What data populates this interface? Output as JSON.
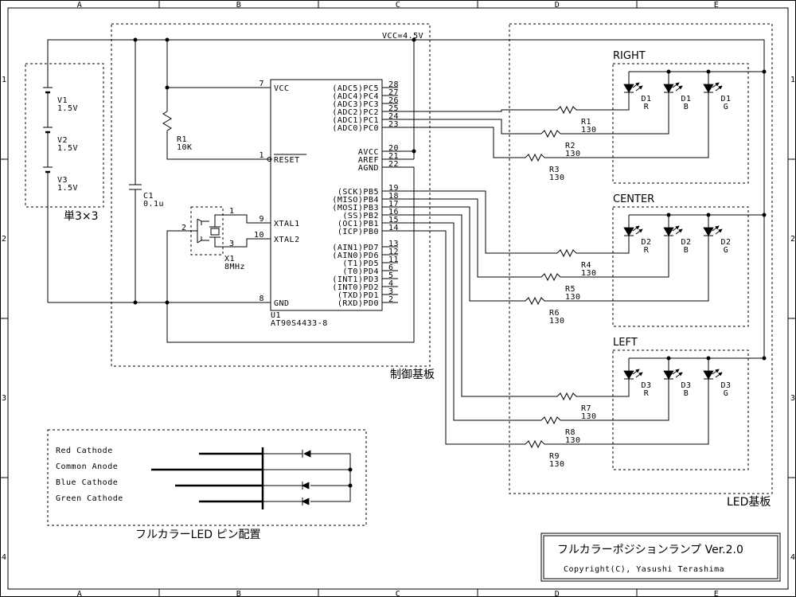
{
  "border": {
    "columns": [
      "A",
      "B",
      "C",
      "D",
      "E"
    ],
    "rows": [
      "1",
      "2",
      "3",
      "4"
    ]
  },
  "power": {
    "vcc_label": "VCC=4.5V",
    "batteries": [
      {
        "name": "V1",
        "value": "1.5V"
      },
      {
        "name": "V2",
        "value": "1.5V"
      },
      {
        "name": "V3",
        "value": "1.5V"
      }
    ],
    "battery_note": "単3×3"
  },
  "components": {
    "c1": {
      "name": "C1",
      "value": "0.1u"
    },
    "r_reset": {
      "name": "R1",
      "value": "10K"
    },
    "crystal": {
      "name": "X1",
      "value": "8MHz",
      "pin1": "1",
      "pin2": "2",
      "pin3": "3"
    }
  },
  "mcu": {
    "ref": "U1",
    "part": "AT90S4433-8",
    "left_pins": [
      {
        "num": "7",
        "name": "VCC"
      },
      {
        "num": "1",
        "name": "RESET"
      },
      {
        "num": "9",
        "name": "XTAL1"
      },
      {
        "num": "10",
        "name": "XTAL2"
      },
      {
        "num": "8",
        "name": "GND"
      }
    ],
    "right_pins": [
      {
        "num": "28",
        "name": "(ADC5)PC5"
      },
      {
        "num": "27",
        "name": "(ADC4)PC4"
      },
      {
        "num": "26",
        "name": "(ADC3)PC3"
      },
      {
        "num": "25",
        "name": "(ADC2)PC2"
      },
      {
        "num": "24",
        "name": "(ADC1)PC1"
      },
      {
        "num": "23",
        "name": "(ADC0)PC0"
      },
      {
        "num": "20",
        "name": "AVCC"
      },
      {
        "num": "21",
        "name": "AREF"
      },
      {
        "num": "22",
        "name": "AGND"
      },
      {
        "num": "19",
        "name": "(SCK)PB5"
      },
      {
        "num": "18",
        "name": "(MISO)PB4"
      },
      {
        "num": "17",
        "name": "(MOSI)PB3"
      },
      {
        "num": "16",
        "name": "(SS)PB2"
      },
      {
        "num": "15",
        "name": "(OC1)PB1"
      },
      {
        "num": "14",
        "name": "(ICP)PB0"
      },
      {
        "num": "13",
        "name": "(AIN1)PD7"
      },
      {
        "num": "12",
        "name": "(AIN0)PD6"
      },
      {
        "num": "11",
        "name": "(T1)PD5"
      },
      {
        "num": "6",
        "name": "(T0)PD4"
      },
      {
        "num": "5",
        "name": "(INT1)PD3"
      },
      {
        "num": "4",
        "name": "(INT0)PD2"
      },
      {
        "num": "3",
        "name": "(TXD)PD1"
      },
      {
        "num": "2",
        "name": "(RXD)PD0"
      }
    ]
  },
  "boards": {
    "control": "制御基板",
    "led": "LED基板"
  },
  "led_groups": [
    {
      "title": "RIGHT",
      "leds": [
        {
          "name": "D1",
          "color": "R"
        },
        {
          "name": "D1",
          "color": "B"
        },
        {
          "name": "D1",
          "color": "G"
        }
      ],
      "resistors": [
        {
          "name": "R1",
          "value": "130"
        },
        {
          "name": "R2",
          "value": "130"
        },
        {
          "name": "R3",
          "value": "130"
        }
      ]
    },
    {
      "title": "CENTER",
      "leds": [
        {
          "name": "D2",
          "color": "R"
        },
        {
          "name": "D2",
          "color": "B"
        },
        {
          "name": "D2",
          "color": "G"
        }
      ],
      "resistors": [
        {
          "name": "R4",
          "value": "130"
        },
        {
          "name": "R5",
          "value": "130"
        },
        {
          "name": "R6",
          "value": "130"
        }
      ]
    },
    {
      "title": "LEFT",
      "leds": [
        {
          "name": "D3",
          "color": "R"
        },
        {
          "name": "D3",
          "color": "B"
        },
        {
          "name": "D3",
          "color": "G"
        }
      ],
      "resistors": [
        {
          "name": "R7",
          "value": "130"
        },
        {
          "name": "R8",
          "value": "130"
        },
        {
          "name": "R9",
          "value": "130"
        }
      ]
    }
  ],
  "pinout": {
    "labels": [
      "Red Cathode",
      "Common Anode",
      "Blue Cathode",
      "Green Cathode"
    ],
    "caption": "フルカラーLED ピン配置"
  },
  "title_block": {
    "title": "フルカラーポジションランプ Ver.2.0",
    "copyright": "Copyright(C), Yasushi Terashima"
  }
}
